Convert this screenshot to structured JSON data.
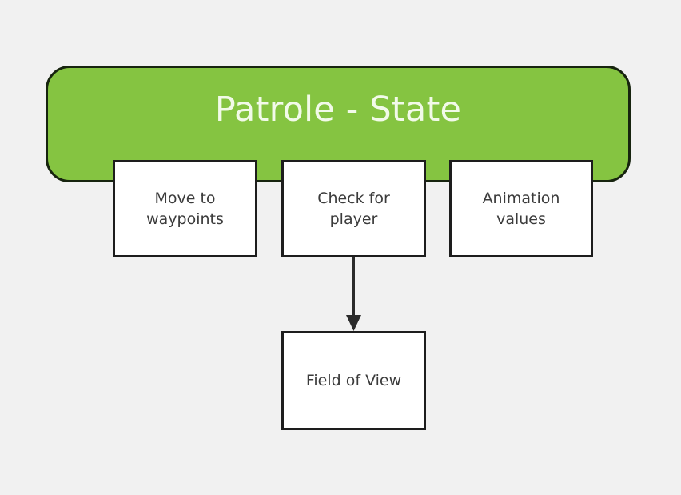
{
  "diagram": {
    "title": "Patrole - State",
    "background_color": "#f1f1f1",
    "state": {
      "label": "Patrole - State",
      "fill_color": "#85c441",
      "border_color": "#17240f",
      "text_color": "#f2fae9"
    },
    "nodes": [
      {
        "id": "move-to-waypoints",
        "label": "Move to\nwaypoints",
        "fill_color": "#ffffff",
        "border_color": "#1d1d1d",
        "text_color": "#3b3b3b"
      },
      {
        "id": "check-for-player",
        "label": "Check for\nplayer",
        "fill_color": "#ffffff",
        "border_color": "#1d1d1d",
        "text_color": "#3b3b3b"
      },
      {
        "id": "animation-values",
        "label": "Animation\nvalues",
        "fill_color": "#ffffff",
        "border_color": "#1d1d1d",
        "text_color": "#3b3b3b"
      },
      {
        "id": "field-of-view",
        "label": "Field of View",
        "fill_color": "#ffffff",
        "border_color": "#1d1d1d",
        "text_color": "#3b3b3b"
      }
    ],
    "connectors": [
      {
        "id": "check-to-fov",
        "from": "check-for-player",
        "to": "field-of-view",
        "style": "solid-arrow",
        "color": "#2b2b2b"
      }
    ]
  }
}
